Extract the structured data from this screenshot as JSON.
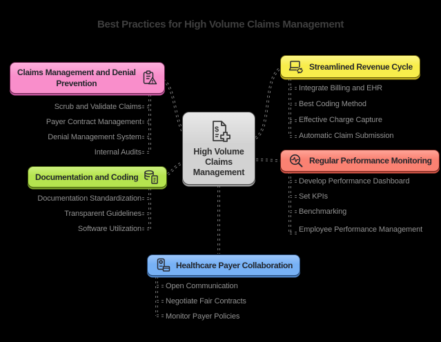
{
  "title": "Best Practices for High Volume Claims Management",
  "background_color": "#000000",
  "connector_color": "#858585",
  "center": {
    "label": "High Volume\nClaims\nManagement",
    "color": "#d2d2d2",
    "icon": "claims-document-icon"
  },
  "branches": [
    {
      "name": "claims-management-and-denial-prevention",
      "label": "Claims Management and Denial\nPrevention",
      "color": "#f98ecb",
      "icon": "clipboard-alert-icon",
      "items": [
        "Scrub and Validate Claims",
        "Payer Contract Management",
        "Denial Management System",
        "Internal Audits"
      ]
    },
    {
      "name": "documentation-and-coding",
      "label": "Documentation and Coding",
      "color": "#b5e44f",
      "icon": "database-doc-icon",
      "items": [
        "Documentation Standardization",
        "Transparent Guidelines",
        "Software Utilization"
      ]
    },
    {
      "name": "streamlined-revenue-cycle",
      "label": "Streamlined Revenue Cycle",
      "color": "#f8ed4b",
      "icon": "laptop-sync-icon",
      "items": [
        "Integrate Billing and EHR",
        "Best Coding Method",
        "Effective Charge Capture",
        "Automatic Claim Submission"
      ]
    },
    {
      "name": "regular-performance-monitoring",
      "label": "Regular Performance Monitoring",
      "color": "#fa8172",
      "icon": "magnifier-pulse-icon",
      "items": [
        "Develop Performance Dashboard",
        "Set KPIs",
        "Benchmarking",
        "Employee Performance\nManagement"
      ]
    },
    {
      "name": "healthcare-payer-collaboration",
      "label": "Healthcare Payer Collaboration",
      "color": "#77b1f5",
      "icon": "payer-terminal-icon",
      "items": [
        "Open Communication",
        "Negotiate Fair Contracts",
        "Monitor Payer Policies"
      ]
    }
  ]
}
